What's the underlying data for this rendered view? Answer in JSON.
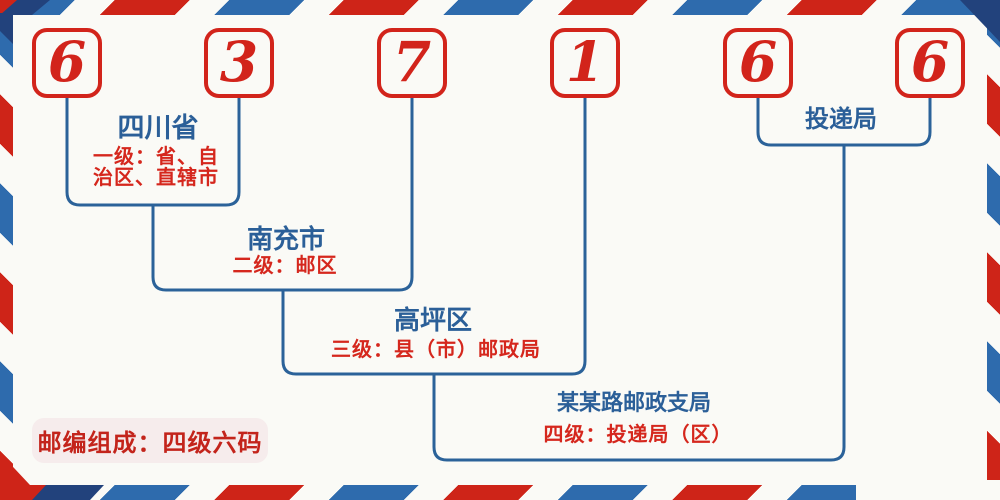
{
  "postal_code": {
    "digits": [
      "6",
      "3",
      "7",
      "1",
      "6",
      "6"
    ]
  },
  "levels": [
    {
      "name": "四川省",
      "desc_lines": [
        "一级：省、自",
        "治区、直辖市"
      ]
    },
    {
      "name": "南充市",
      "desc": "二级：邮区"
    },
    {
      "name": "高坪区",
      "desc": "三级：县（市）邮政局"
    },
    {
      "name": "某某路邮政支局",
      "desc": "四级：投递局（区）"
    }
  ],
  "delivery_office": {
    "label": "投递局"
  },
  "footer": {
    "note": "邮编组成：四级六码"
  },
  "colors": {
    "digit_red": "#d2241b",
    "label_red": "#d5271d",
    "line_blue": "#2b6299",
    "heading_blue": "#2b5f98",
    "border_red": "#ce2418",
    "border_blue": "#2e6bad",
    "corner_navy": "#22427c",
    "footer_bg": "#f6ecec",
    "background": "#fafaf6"
  }
}
